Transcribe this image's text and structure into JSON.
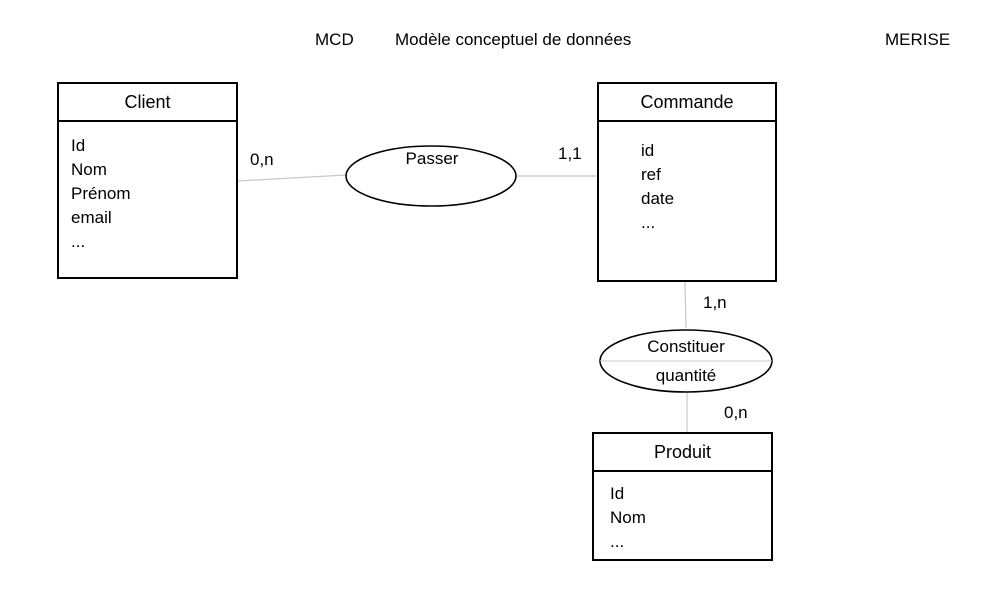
{
  "header": {
    "abbr": "MCD",
    "title": "Modèle conceptuel de données",
    "method": "MERISE"
  },
  "entities": {
    "client": {
      "name": "Client",
      "attributes": [
        "Id",
        "Nom",
        "Prénom",
        "email",
        "..."
      ]
    },
    "commande": {
      "name": "Commande",
      "attributes": [
        "id",
        "ref",
        "date",
        "..."
      ]
    },
    "produit": {
      "name": "Produit",
      "attributes": [
        "Id",
        "Nom",
        "..."
      ]
    }
  },
  "associations": {
    "passer": {
      "name": "Passer"
    },
    "constituer": {
      "name": "Constituer",
      "attribute": "quantité"
    }
  },
  "cardinalities": {
    "client_passer": "0,n",
    "commande_passer": "1,1",
    "commande_constituer": "1,n",
    "produit_constituer": "0,n"
  },
  "colors": {
    "line": "#c8c8c8",
    "stroke": "#000000"
  }
}
